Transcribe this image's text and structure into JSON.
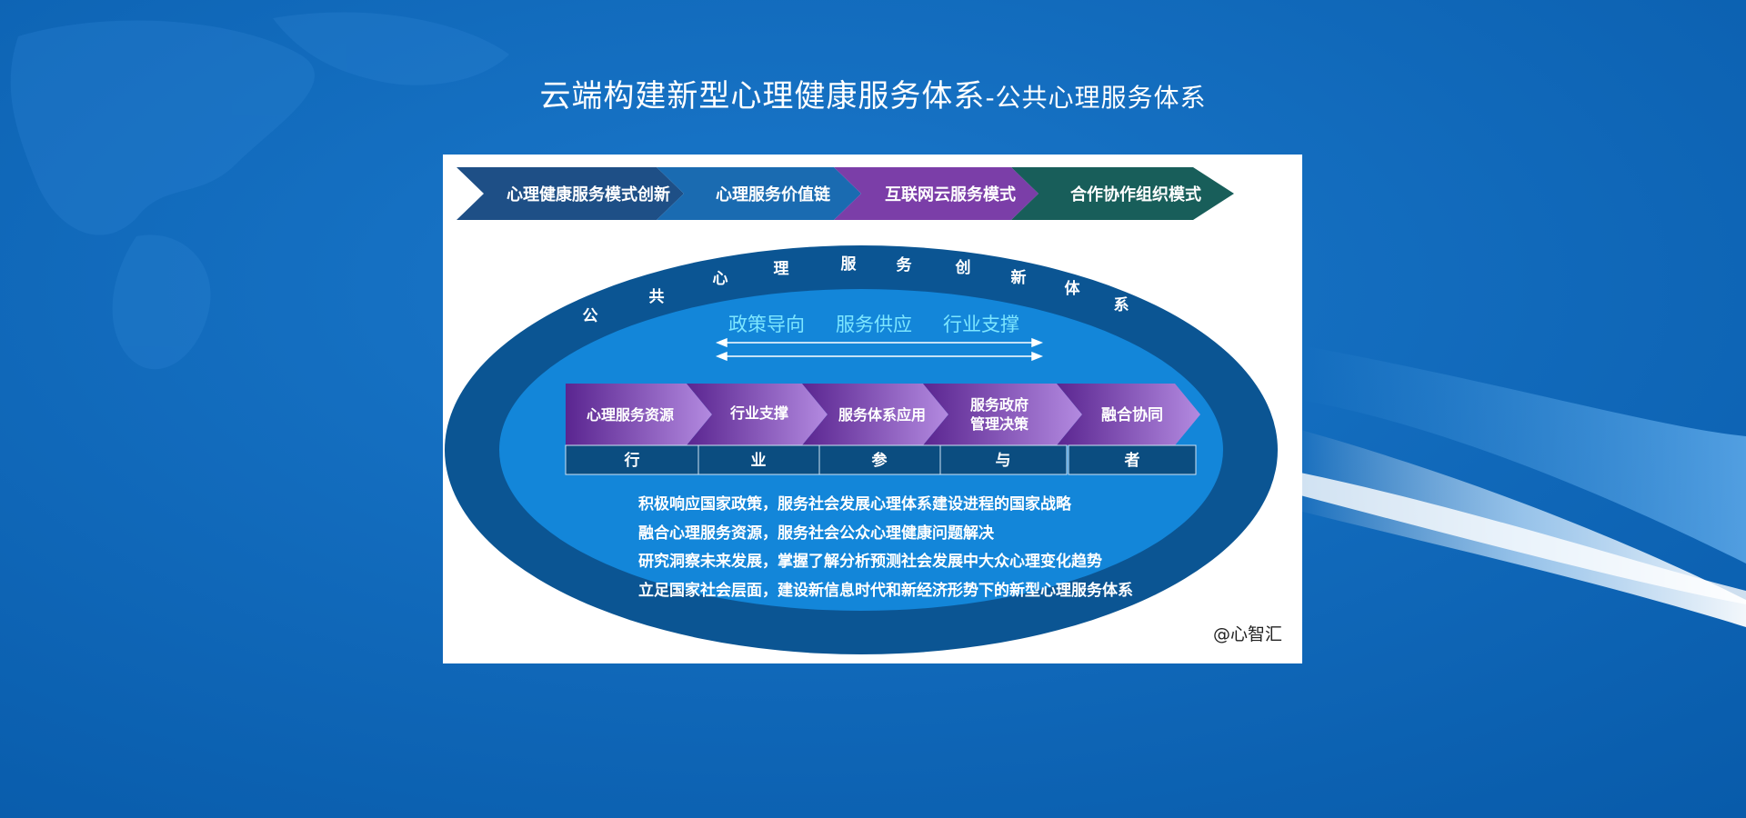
{
  "page": {
    "title_main": "云端构建新型心理健康服务体系",
    "title_sub": "-公共心理服务体系",
    "credit": "@心智汇"
  },
  "colors": {
    "background": "#0a62b6",
    "ellipse_outer": "#0b5593",
    "ellipse_inner": "#1386d9",
    "cyan_text": "#7de6ff",
    "top_arrows": [
      "#1e4f86",
      "#1a6bb1",
      "#7b3ea8",
      "#185e5a"
    ],
    "process_purple": "#7a3fae",
    "table_cell": "#0b4d80"
  },
  "top_arrows": [
    {
      "label": "心理健康服务模式创新"
    },
    {
      "label": "心理服务价值链"
    },
    {
      "label": "互联网云服务模式"
    },
    {
      "label": "合作协作组织模式"
    }
  ],
  "ring_characters": [
    "公",
    "共",
    "心",
    "理",
    "服",
    "务",
    "创",
    "新",
    "体",
    "系"
  ],
  "guidance": {
    "items": [
      "政策导向",
      "服务供应",
      "行业支撑"
    ]
  },
  "process_chevrons": [
    {
      "line1": "心理服务资源",
      "line2": ""
    },
    {
      "line1": "行业支撑",
      "line2": ""
    },
    {
      "line1": "服务体系应用",
      "line2": ""
    },
    {
      "line1": "服务政府",
      "line2": "管理决策"
    },
    {
      "line1": "融合协同",
      "line2": ""
    }
  ],
  "participants_row": [
    "行",
    "业",
    "参",
    "与",
    "者"
  ],
  "bullets": [
    "积极响应国家政策，服务社会发展心理体系建设进程的国家战略",
    "融合心理服务资源，服务社会公众心理健康问题解决",
    "研究洞察未来发展，掌握了解分析预测社会发展中大众心理变化趋势",
    "立足国家社会层面，建设新信息时代和新经济形势下的新型心理服务体系"
  ]
}
